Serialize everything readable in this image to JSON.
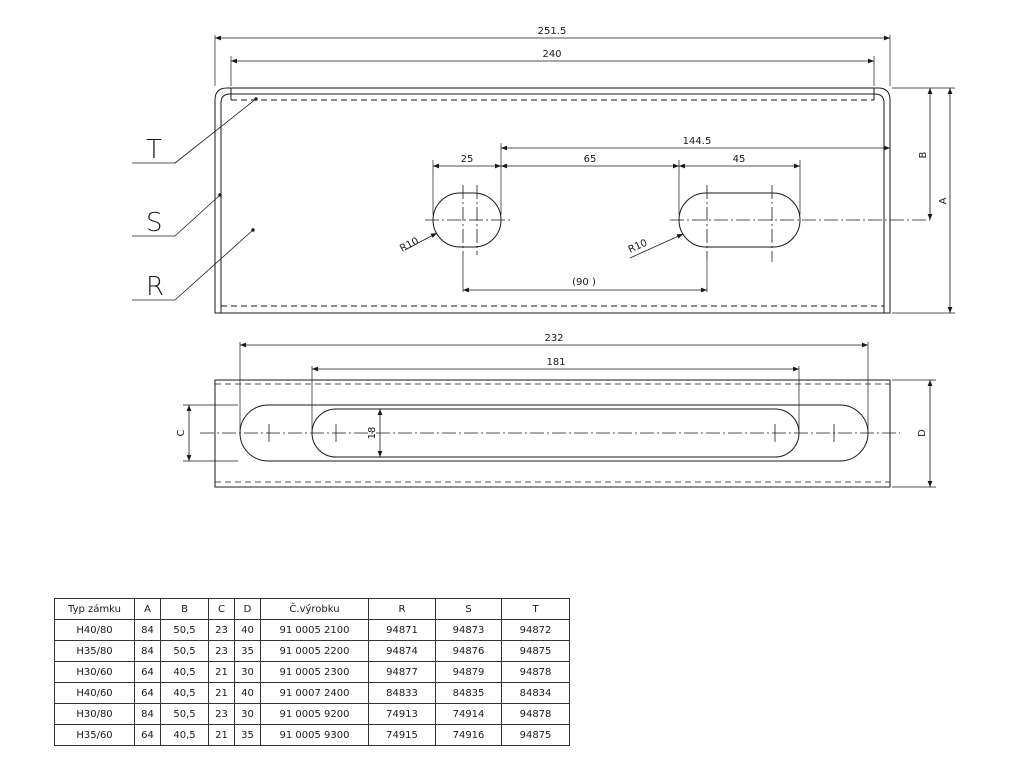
{
  "dimensions": {
    "overall_length": "251.5",
    "inner_length": "240",
    "hole_offset": "144.5",
    "slot_width": "25",
    "hole_gap": "65",
    "slot_length": "45",
    "hole_pitch": "(90 )",
    "radius_left": "R10",
    "radius_right": "R10",
    "dim_b": "B",
    "dim_a": "A",
    "bottom_outer_slot": "232",
    "bottom_inner_slot": "181",
    "slot_height": "18",
    "dim_c": "C",
    "dim_d": "D"
  },
  "labels": {
    "t": "T",
    "s": "S",
    "r": "R"
  },
  "table": {
    "headers": [
      "Typ  zámku",
      "A",
      "B",
      "C",
      "D",
      "Č.výrobku",
      "R",
      "S",
      "T"
    ],
    "rows": [
      [
        "H40/80",
        "84",
        "50,5",
        "23",
        "40",
        "91  0005  2100",
        "94871",
        "94873",
        "94872"
      ],
      [
        "H35/80",
        "84",
        "50,5",
        "23",
        "35",
        "91  0005  2200",
        "94874",
        "94876",
        "94875"
      ],
      [
        "H30/60",
        "64",
        "40,5",
        "21",
        "30",
        "91  0005  2300",
        "94877",
        "94879",
        "94878"
      ],
      [
        "H40/60",
        "64",
        "40,5",
        "21",
        "40",
        "91  0007  2400",
        "84833",
        "84835",
        "84834"
      ],
      [
        "H30/80",
        "84",
        "50,5",
        "23",
        "30",
        "91  0005  9200",
        "74913",
        "74914",
        "94878"
      ],
      [
        "H35/60",
        "64",
        "40,5",
        "21",
        "35",
        "91  0005  9300",
        "74915",
        "74916",
        "94875"
      ]
    ]
  }
}
